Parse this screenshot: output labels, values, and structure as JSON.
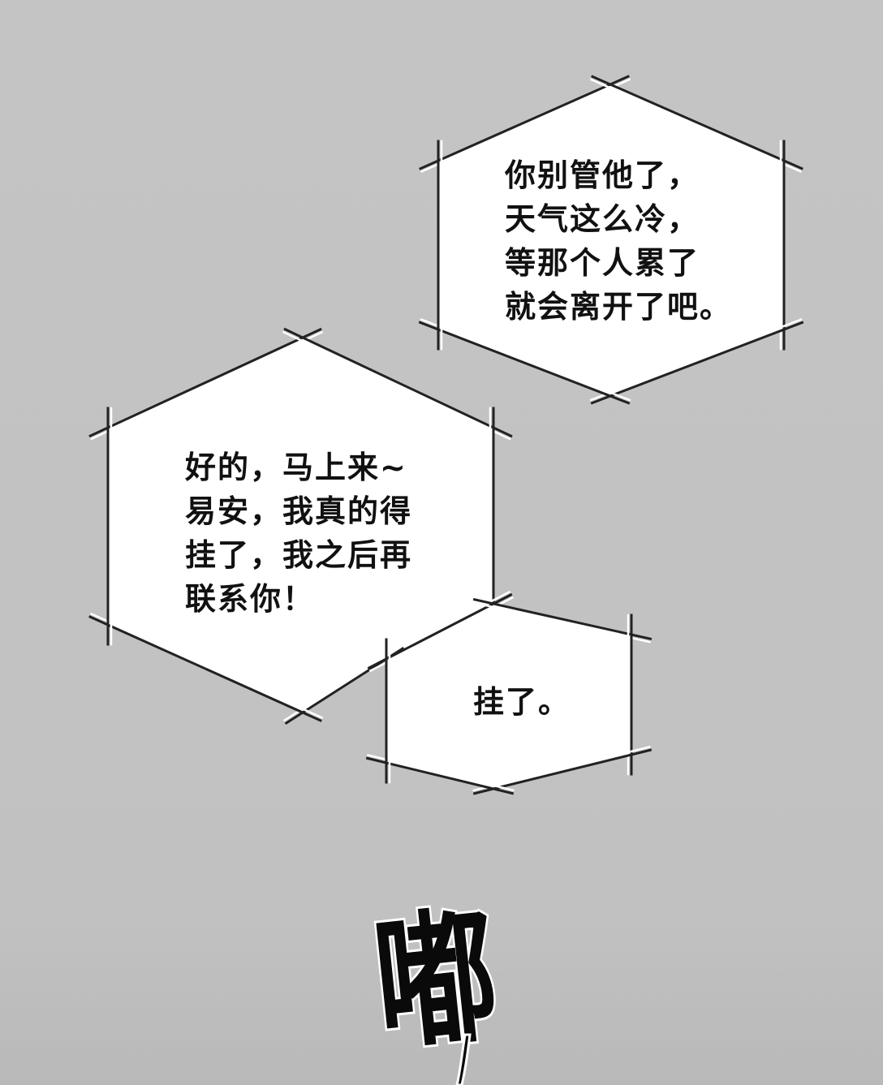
{
  "bubbles": [
    {
      "lines": [
        "你别管他了，",
        "天气这么冷，",
        "等那个人累了",
        "就会离开了吧。"
      ]
    },
    {
      "lines": [
        "好的，马上来~",
        "易安，我真的得",
        "挂了，我之后再",
        "联系你！"
      ]
    },
    {
      "lines": [
        "挂了。"
      ]
    }
  ],
  "sound_effect": {
    "text": "嘟"
  },
  "colors": {
    "background": "#c3c3c3",
    "bubble_fill": "#ffffff",
    "bubble_outline": "#222222",
    "text": "#111111"
  }
}
